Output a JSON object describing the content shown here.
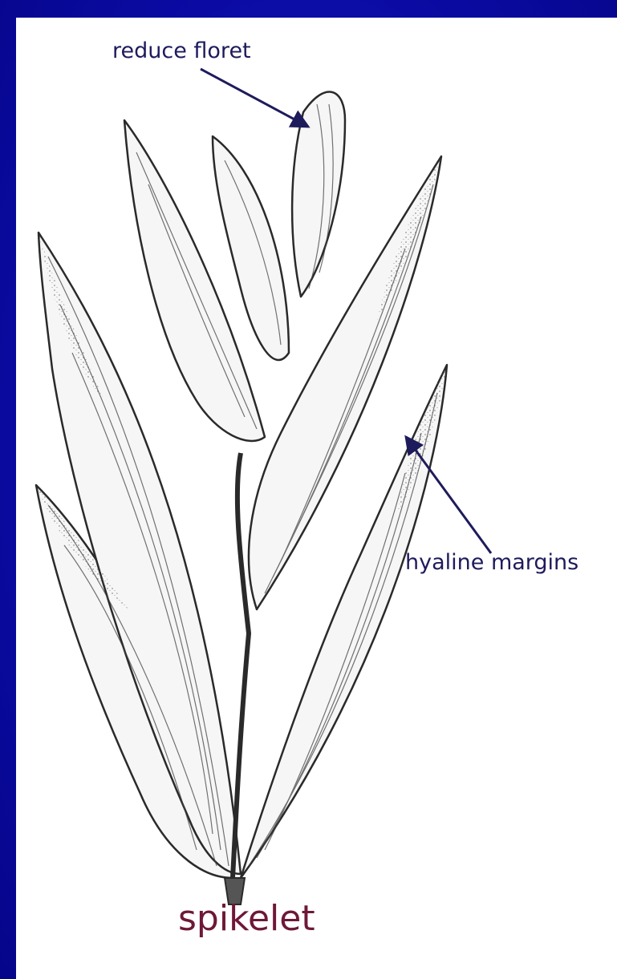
{
  "labels": {
    "reduce_floret": "reduce floret",
    "hyaline_margins": "hyaline margins",
    "caption": "spikelet"
  },
  "colors": {
    "frame": "#0c0ca8",
    "panel": "#ffffff",
    "label_text": "#1e1b5c",
    "caption_text": "#6e1838",
    "ink": "#2a2a2a"
  }
}
